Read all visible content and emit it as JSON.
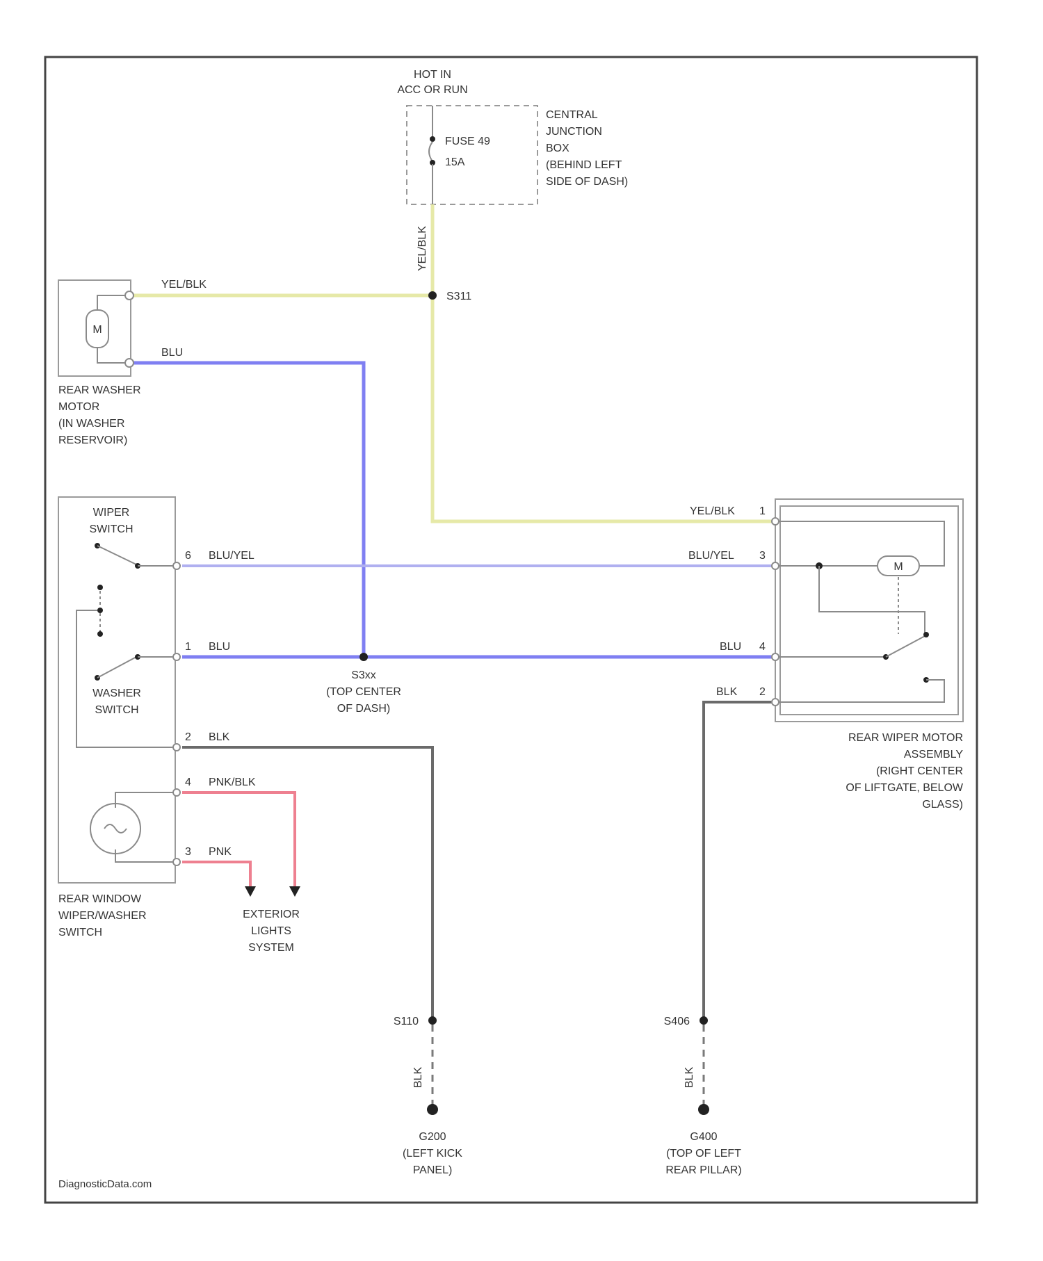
{
  "diagram": {
    "power": {
      "hot_in": "HOT IN",
      "acc_or_run": "ACC OR RUN"
    },
    "fuse": {
      "name": "FUSE 49",
      "rating": "15A"
    },
    "central_junction_box": [
      "CENTRAL",
      "JUNCTION",
      "BOX",
      "(BEHIND LEFT",
      "SIDE OF DASH)"
    ],
    "splices": {
      "s_top": "S311",
      "s_mid": "S3xx",
      "s_mid_loc": [
        "(TOP CENTER",
        "OF DASH)"
      ],
      "s_left_gnd": "S110",
      "s_right_gnd": "S406"
    },
    "rear_washer_motor": {
      "symbol": "M",
      "label": [
        "REAR WASHER",
        "MOTOR",
        "(IN WASHER",
        "RESERVOIR)"
      ]
    },
    "switch": {
      "wiper_switch": [
        "WIPER",
        "SWITCH"
      ],
      "washer_switch": [
        "WASHER",
        "SWITCH"
      ],
      "label": [
        "REAR WINDOW",
        "WIPER/WASHER",
        "SWITCH"
      ]
    },
    "rear_wiper_motor": {
      "symbol": "M",
      "label": [
        "REAR WIPER MOTOR",
        "ASSEMBLY",
        "(RIGHT CENTER",
        "OF LIFTGATE, BELOW",
        "GLASS)"
      ]
    },
    "exterior_lights": [
      "EXTERIOR",
      "LIGHTS",
      "SYSTEM"
    ],
    "grounds": {
      "left": {
        "id": "G200",
        "loc": [
          "(LEFT KICK",
          "PANEL)"
        ]
      },
      "right": {
        "id": "G400",
        "loc": [
          "(TOP OF LEFT",
          "REAR PILLAR)"
        ]
      }
    },
    "wires": {
      "yel_blk": "YEL/BLK",
      "blu": "BLU",
      "blu_yel": "BLU/YEL",
      "blk": "BLK",
      "pnk_blk": "PNK/BLK",
      "pnk": "PNK"
    },
    "pins": {
      "sw_blu_yel": "6",
      "sw_blu": "1",
      "sw_blk": "2",
      "sw_pnk_blk": "4",
      "sw_pnk": "3",
      "m_yel_blk": "1",
      "m_blu_yel": "3",
      "m_blu": "4",
      "m_blk": "2"
    },
    "wire_colors": {
      "yellow": "#e6e9a8",
      "blue": "#7f7ff2",
      "light_blue": "#b0b0f0",
      "gray": "#6a6a6a",
      "pink": "#ee8090"
    },
    "watermark": "DiagnosticData.com"
  }
}
